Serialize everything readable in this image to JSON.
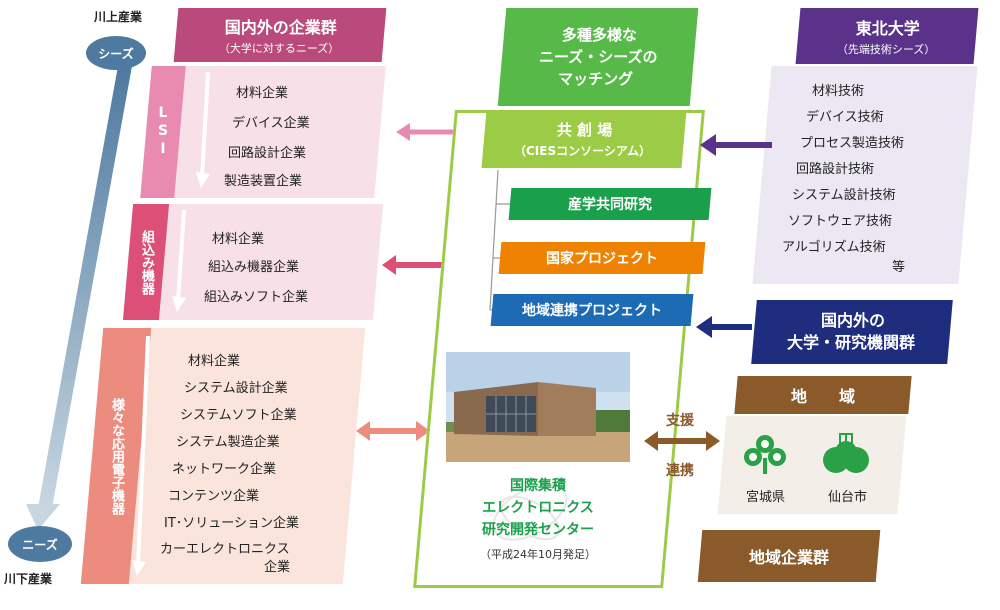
{
  "left": {
    "upstream_label": "川上産業",
    "downstream_label": "川下産業",
    "seeds_label": "シーズ",
    "needs_label": "ニーズ",
    "header": {
      "title": "国内外の企業群",
      "sub": "（大学に対するニーズ）"
    },
    "groups": [
      {
        "tag": "LSI",
        "items": [
          "材料企業",
          "デバイス企業",
          "回路設計企業",
          "製造装置企業"
        ]
      },
      {
        "tag": "組込み機器",
        "items": [
          "材料企業",
          "組込み機器企業",
          "組込みソフト企業"
        ]
      },
      {
        "tag": "様々な応用電子機器",
        "items": [
          "材料企業",
          "システム設計企業",
          "システムソフト企業",
          "システム製造企業",
          "ネットワーク企業",
          "コンテンツ企業",
          "IT･ソリューション企業",
          "カーエレクトロニクス",
          "企業"
        ]
      }
    ]
  },
  "center": {
    "matching": [
      "多種多様な",
      "ニーズ・シーズの",
      "マッチング"
    ],
    "kyosoba": {
      "title": "共 創 場",
      "sub": "（CIESコンソーシアム）"
    },
    "projects": [
      "産学共同研究",
      "国家プロジェクト",
      "地域連携プロジェクト"
    ],
    "center_name": [
      "国際集積",
      "エレクトロニクス",
      "研究開発センター"
    ],
    "center_date": "（平成24年10月発足）"
  },
  "right": {
    "tohoku": {
      "title": "東北大学",
      "sub": "（先端技術シーズ）"
    },
    "seeds": [
      "材料技術",
      "デバイス技術",
      "プロセス製造技術",
      "回路設計技術",
      "システム設計技術",
      "ソフトウェア技術",
      "アルゴリズム技術",
      "等"
    ],
    "univ_group": [
      "国内外の",
      "大学・研究機関群"
    ],
    "region": "地　　域",
    "support_label": "支援",
    "link_label": "連携",
    "miyagi": "宮城県",
    "sendai": "仙台市",
    "regional_companies": "地域企業群"
  },
  "colors": {
    "pink_dark": "#b94a7b",
    "pink_light": "#f8e0e9",
    "lsi_tag": "#e98bb0",
    "embed_tag": "#dc5078",
    "app_tag": "#ec8c7f",
    "app_light": "#fbe4dc",
    "green": "#57b947",
    "green_dark": "#1aa04b",
    "orange": "#ef8200",
    "blue": "#1d6ab5",
    "purple": "#5a3289",
    "purple_light": "#ece8f3",
    "navy": "#1f2d7e",
    "brown": "#8b5a2b",
    "steel": "#4e7a9f"
  }
}
